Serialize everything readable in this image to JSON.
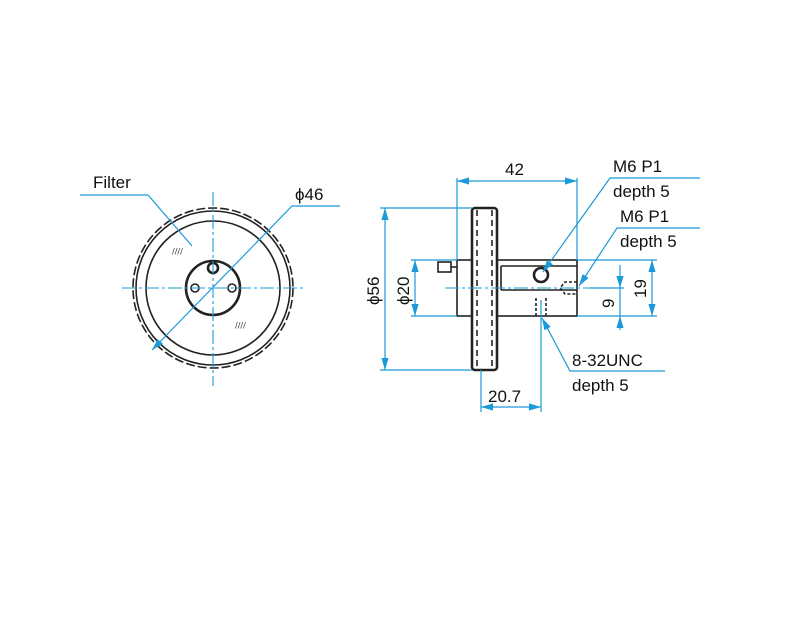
{
  "front_view": {
    "filter_label": "Filter",
    "diameter_label": "ϕ46"
  },
  "side_view": {
    "length_label": "42",
    "outer_diameter_label": "ϕ56",
    "shaft_diameter_label": "ϕ20",
    "height_label": "19",
    "offset_label": "9",
    "distance_label": "20.7",
    "hole1": {
      "thread": "M6 P1",
      "depth": "depth 5"
    },
    "hole2": {
      "thread": "M6 P1",
      "depth": "depth 5"
    },
    "hole3": {
      "thread": "8-32UNC",
      "depth": "depth 5"
    }
  },
  "colors": {
    "dimension": "#1a9bd7",
    "part": "#222222"
  }
}
